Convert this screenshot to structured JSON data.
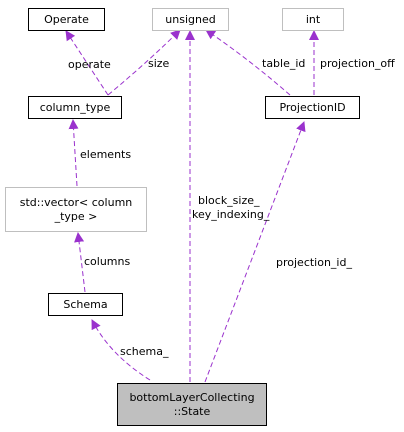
{
  "nodes": {
    "operate": {
      "label": "Operate"
    },
    "unsigned": {
      "label": "unsigned"
    },
    "int": {
      "label": "int"
    },
    "column_type": {
      "label": "column_type"
    },
    "projection_id": {
      "label": "ProjectionID"
    },
    "vector": {
      "line1": "std::vector< column",
      "line2": "_type >"
    },
    "schema": {
      "label": "Schema"
    },
    "state": {
      "line1": "bottomLayerCollecting",
      "line2": "::State"
    }
  },
  "edge_labels": {
    "operate": "operate",
    "size": "size",
    "table_id": "table_id",
    "projection_off": "projection_off",
    "elements": "elements",
    "block_size": "block_size_",
    "key_indexing": "key_indexing_",
    "columns": "columns",
    "projection_id": "projection_id_",
    "schema": "schema_"
  },
  "colors": {
    "edge": "#9a32cd",
    "solid_border": "#000000",
    "grey_border": "#bfbfbf",
    "focus_fill": "#bfbfbf"
  }
}
